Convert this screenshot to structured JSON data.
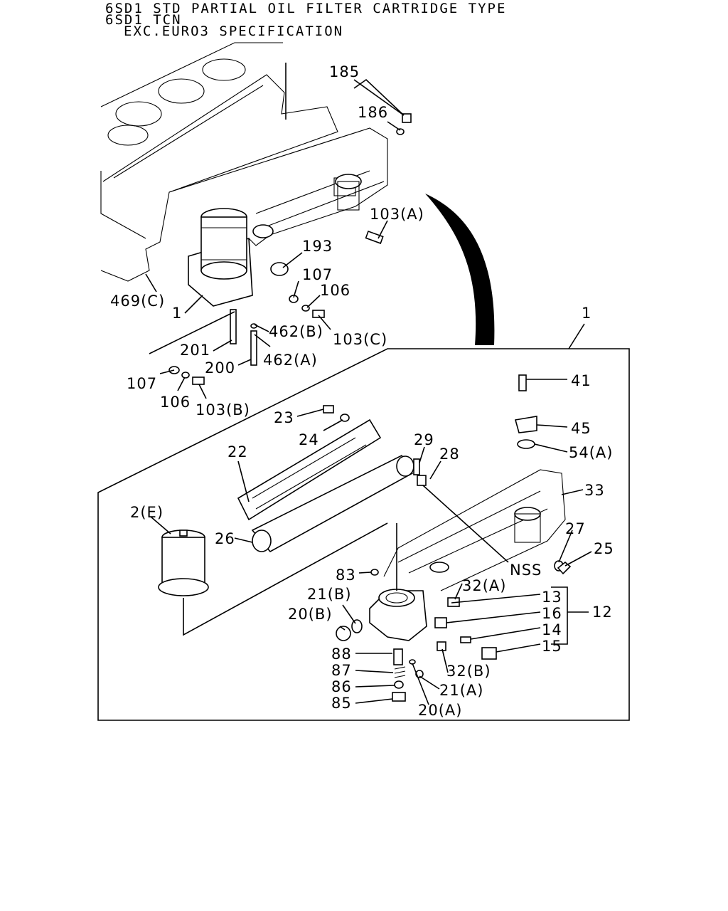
{
  "header": {
    "line1": "6SD1 STD PARTIAL OIL FILTER CARTRIDGE TYPE",
    "line2": "6SD1 TCN",
    "line3": "EXC.EURO3 SPECIFICATION"
  },
  "callouts": {
    "c185": "185",
    "c186": "186",
    "c103a_top": "103(A)",
    "c193": "193",
    "c107_top": "107",
    "c106_top": "106",
    "c469c": "469(C)",
    "c1_top": "1",
    "c462b": "462(B)",
    "c103c": "103(C)",
    "c201": "201",
    "c462a": "462(A)",
    "c200": "200",
    "c107_bot": "107",
    "c106_bot": "106",
    "c103b": "103(B)",
    "c1_detail": "1",
    "c41": "41",
    "c45": "45",
    "c54a": "54(A)",
    "c23": "23",
    "c24": "24",
    "c22": "22",
    "c29": "29",
    "c28": "28",
    "c33": "33",
    "c2e": "2(E)",
    "c26": "26",
    "c27": "27",
    "c25": "25",
    "cnss": "NSS",
    "c83": "83",
    "c32a": "32(A)",
    "c21b": "21(B)",
    "c13": "13",
    "c20b": "20(B)",
    "c16": "16",
    "c12": "12",
    "c14": "14",
    "c15": "15",
    "c88": "88",
    "c87": "87",
    "c32b": "32(B)",
    "c86": "86",
    "c21a": "21(A)",
    "c85": "85",
    "c20a": "20(A)"
  }
}
